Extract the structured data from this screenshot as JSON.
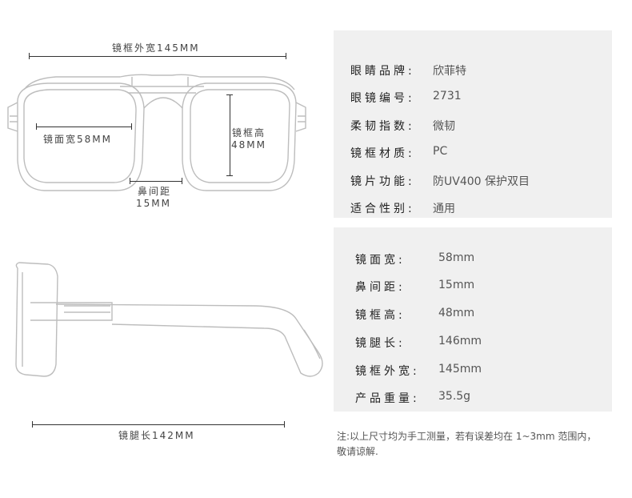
{
  "front_dims": {
    "frame_width": "镜框外宽145MM",
    "lens_width": "镜面宽58MM",
    "lens_height_l1": "镜框高",
    "lens_height_l2": "48MM",
    "bridge_l1": "鼻间距",
    "bridge_l2": "15MM"
  },
  "side_dims": {
    "temple_length": "镜腿长142MM"
  },
  "spec_panel_1": [
    {
      "label": "眼睛品牌:",
      "value": "欣菲特"
    },
    {
      "label": "眼镜编号:",
      "value": "2731"
    },
    {
      "label": "柔韧指数:",
      "value": "微韧"
    },
    {
      "label": "镜框材质:",
      "value": "PC"
    },
    {
      "label": "镜片功能:",
      "value": "防UV400 保护双目"
    },
    {
      "label": "适合性别:",
      "value": "通用"
    }
  ],
  "spec_panel_2": [
    {
      "label": "镜面宽:",
      "value": "58mm"
    },
    {
      "label": "鼻间距:",
      "value": "15mm"
    },
    {
      "label": "镜框高:",
      "value": "48mm"
    },
    {
      "label": "镜腿长:",
      "value": "146mm"
    },
    {
      "label": "镜框外宽:",
      "value": "145mm"
    },
    {
      "label": "产品重量:",
      "value": "35.5g"
    }
  ],
  "note": "注:以上尺寸均为手工测量，若有误差均在 1~3mm 范围内，敬请谅解."
}
